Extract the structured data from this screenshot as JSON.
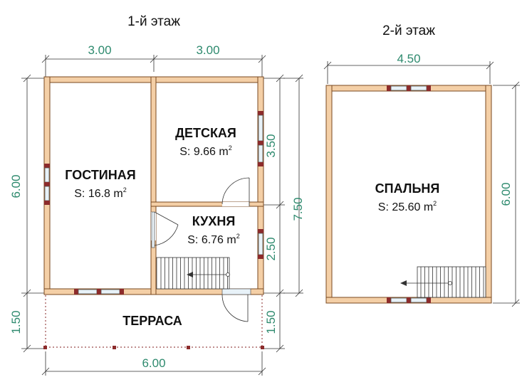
{
  "titles": {
    "floor1": "1-й этаж",
    "floor2": "2-й этаж"
  },
  "dimensions": {
    "top_left": "3.00",
    "top_right": "3.00",
    "left_main": "6.00",
    "left_terrace": "1.50",
    "right_upper": "3.50",
    "right_lower": "2.50",
    "right_terrace": "1.50",
    "right_total": "7.50",
    "bottom": "6.00",
    "floor2_top": "4.50",
    "floor2_right": "6.00"
  },
  "rooms": {
    "living": {
      "name": "ГОСТИНАЯ",
      "area": "S: 16.8 m",
      "sup": "2"
    },
    "kids": {
      "name": "ДЕТСКАЯ",
      "area": "S: 9.66 m",
      "sup": "2"
    },
    "kitchen": {
      "name": "КУХНЯ",
      "area": "S: 6.76 m",
      "sup": "2"
    },
    "terrace": {
      "name": "ТЕРРАСА"
    },
    "bedroom": {
      "name": "СПАЛЬНЯ",
      "area": "S: 25.60 m",
      "sup": "2"
    }
  },
  "colors": {
    "wall_fill": "#f4cfa6",
    "wall_stroke": "#7a4a20",
    "dimension_text": "#2e8a6e",
    "window_post": "#8c2b2b"
  }
}
